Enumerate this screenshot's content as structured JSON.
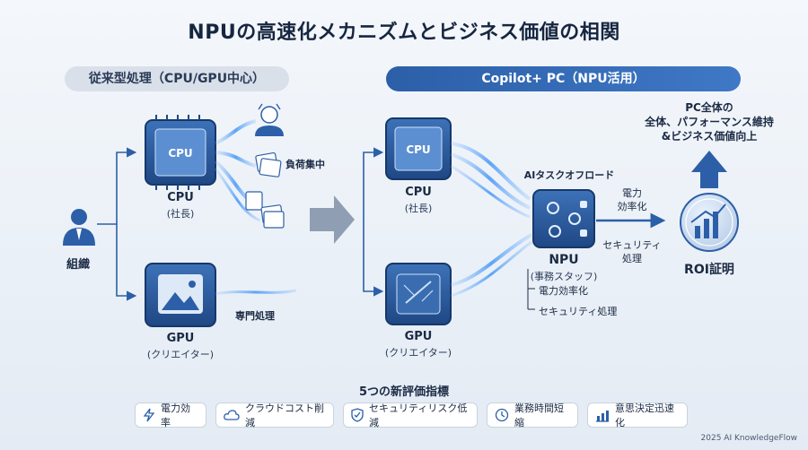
{
  "title": "NPUの高速化メカニズムとビジネス価値の相関",
  "left_header": "従来型処理（CPU/GPU中心）",
  "right_header": "Copilot+ PC（NPU活用）",
  "org_label": "組織",
  "old_cpu": {
    "chip": "CPU",
    "name": "CPU",
    "role": "(社長)"
  },
  "old_gpu": {
    "name": "GPU",
    "role": "(クリエイター)"
  },
  "load_label": "負荷集中",
  "special_label": "専門処理",
  "new_cpu": {
    "chip": "CPU",
    "name": "CPU",
    "role": "(社長)"
  },
  "new_gpu": {
    "name": "GPU",
    "role": "(クリエイター)"
  },
  "ai_offload": "AIタスクオフロード",
  "npu": {
    "name": "NPU",
    "role": "(事務スタッフ)"
  },
  "gpu_notes": [
    "電力効率化",
    "セキュリティ処理"
  ],
  "arrow_labels": {
    "top": [
      "電力",
      "効率化"
    ],
    "bottom": [
      "セキュリティ",
      "処理"
    ]
  },
  "goal": [
    "PC全体の",
    "全体、パフォーマンス維持",
    "&ビジネス価値向上"
  ],
  "roi_label": "ROI証明",
  "metrics_title": "5つの新評価指標",
  "metrics": [
    {
      "label": "電力効率",
      "icon": "lightning-icon"
    },
    {
      "label": "クラウドコスト削減",
      "icon": "cloud-icon"
    },
    {
      "label": "セキュリティリスク低減",
      "icon": "shield-icon"
    },
    {
      "label": "業務時間短縮",
      "icon": "clock-icon"
    },
    {
      "label": "意思決定迅速化",
      "icon": "chart-icon"
    }
  ],
  "footer": "2025 AI KnowledgeFlow",
  "colors": {
    "navy": "#1f4f8f",
    "accent": "#2c5fa8",
    "glow": "#5aa8ff"
  }
}
